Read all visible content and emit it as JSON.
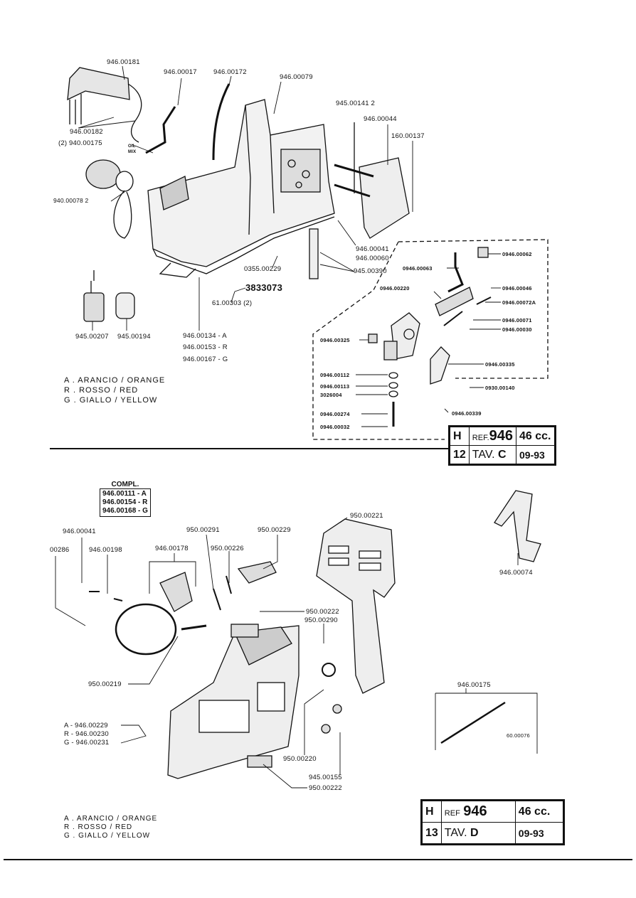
{
  "top": {
    "parts": [
      "946.00181",
      "946.00017",
      "946.00172",
      "946.00079",
      "945.00141 2",
      "946.00044",
      "160.00137",
      "946.00182",
      "(2) 940.00175",
      "OIL",
      "MIX",
      "940.00078 2",
      "946.00041",
      "946.00060",
      "945.00390",
      "0355.00229",
      "3833073",
      "61.00303 (2)",
      "945.00207",
      "945.00194",
      "946.00134 - A",
      "946.00153 - R",
      "946.00167 - G"
    ],
    "pump_parts": [
      "0946.00062",
      "0946.00063",
      "0946.00220",
      "0946.00046",
      "0946.00072A",
      "0946.00071",
      "0946.00030",
      "0946.00325",
      "0946.00335",
      "0946.00112",
      "0946.00113",
      "3026004",
      "0930.00140",
      "0946.00274",
      "0946.00032",
      "0946.00339"
    ],
    "legend": [
      "A . ARANCIO / ORANGE",
      "R . ROSSO / RED",
      "G . GIALLO / YELLOW"
    ],
    "title_block": {
      "letter": "H",
      "ref_prefix": "REF.",
      "ref": "946",
      "cc": "46 cc.",
      "page": "12",
      "tav": "TAV.",
      "tav_letter": "C",
      "date": "09-93"
    }
  },
  "bottom": {
    "compl_title": "COMPL.",
    "compl": [
      "946.00111 - A",
      "946.00154 - R",
      "946.00168 - G"
    ],
    "parts": [
      "946.00041",
      "950.00291",
      "950.00229",
      "950.00221",
      "00286",
      "946.00198",
      "946.00178",
      "950.00226",
      "950.00222",
      "950.00290",
      "950.00219",
      "A - 946.00229",
      "R - 946.00230",
      "G - 946.00231",
      "950.00220",
      "945.00155",
      "950.00222",
      "946.00074",
      "946.00175",
      "60.00076"
    ],
    "legend": [
      "A . ARANCIO / ORANGE",
      "R . ROSSO / RED",
      "G . GIALLO / YELLOW"
    ],
    "title_block": {
      "letter": "H",
      "ref_prefix": "REF",
      "ref": "946",
      "cc": "46 cc.",
      "page": "13",
      "tav": "TAV.",
      "tav_letter": "D",
      "date": "09-93"
    }
  }
}
